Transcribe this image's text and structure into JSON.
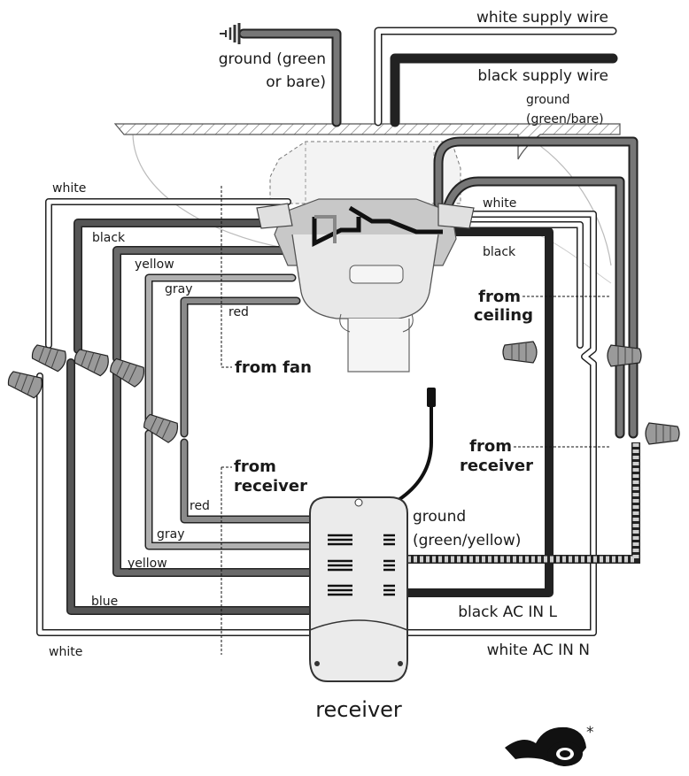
{
  "labels": {
    "white_supply_wire": "white supply wire",
    "black_supply_wire": "black supply wire",
    "ground_supply_1": "ground (green",
    "ground_supply_2": "or bare)",
    "ground_bracket_1": "ground",
    "ground_bracket_2": "(green/bare)",
    "white_left": "white",
    "black_left": "black",
    "yellow_left": "yellow",
    "gray_left": "gray",
    "red_left": "red",
    "white_right": "white",
    "black_right": "black",
    "from_fan": "from fan",
    "from_ceiling_1": "from",
    "from_ceiling_2": "ceiling",
    "from_receiver_right_1": "from",
    "from_receiver_right_2": "receiver",
    "from_receiver_left_1": "from",
    "from_receiver_left_2": "receiver",
    "red_bottom": "red",
    "gray_bottom": "gray",
    "yellow_bottom": "yellow",
    "blue_bottom": "blue",
    "white_bottom": "white",
    "ground_receiver_1": "ground",
    "ground_receiver_2": "(green/yellow)",
    "black_ac_in": "black AC IN L",
    "white_ac_in": "white AC IN N",
    "receiver": "receiver",
    "asterisk": "*"
  },
  "icons": {
    "ground_symbol": "ground-symbol-icon",
    "tape_logo": "electrical-tape-icon"
  },
  "colors": {
    "black_wire": "#111111",
    "dark_gray_wire": "#5c5c5c",
    "gray_wire": "#8d8d8d",
    "light_gray_wire": "#b8b8b8",
    "white_wire": "#ffffff",
    "ceiling_hatch": "#888888"
  }
}
